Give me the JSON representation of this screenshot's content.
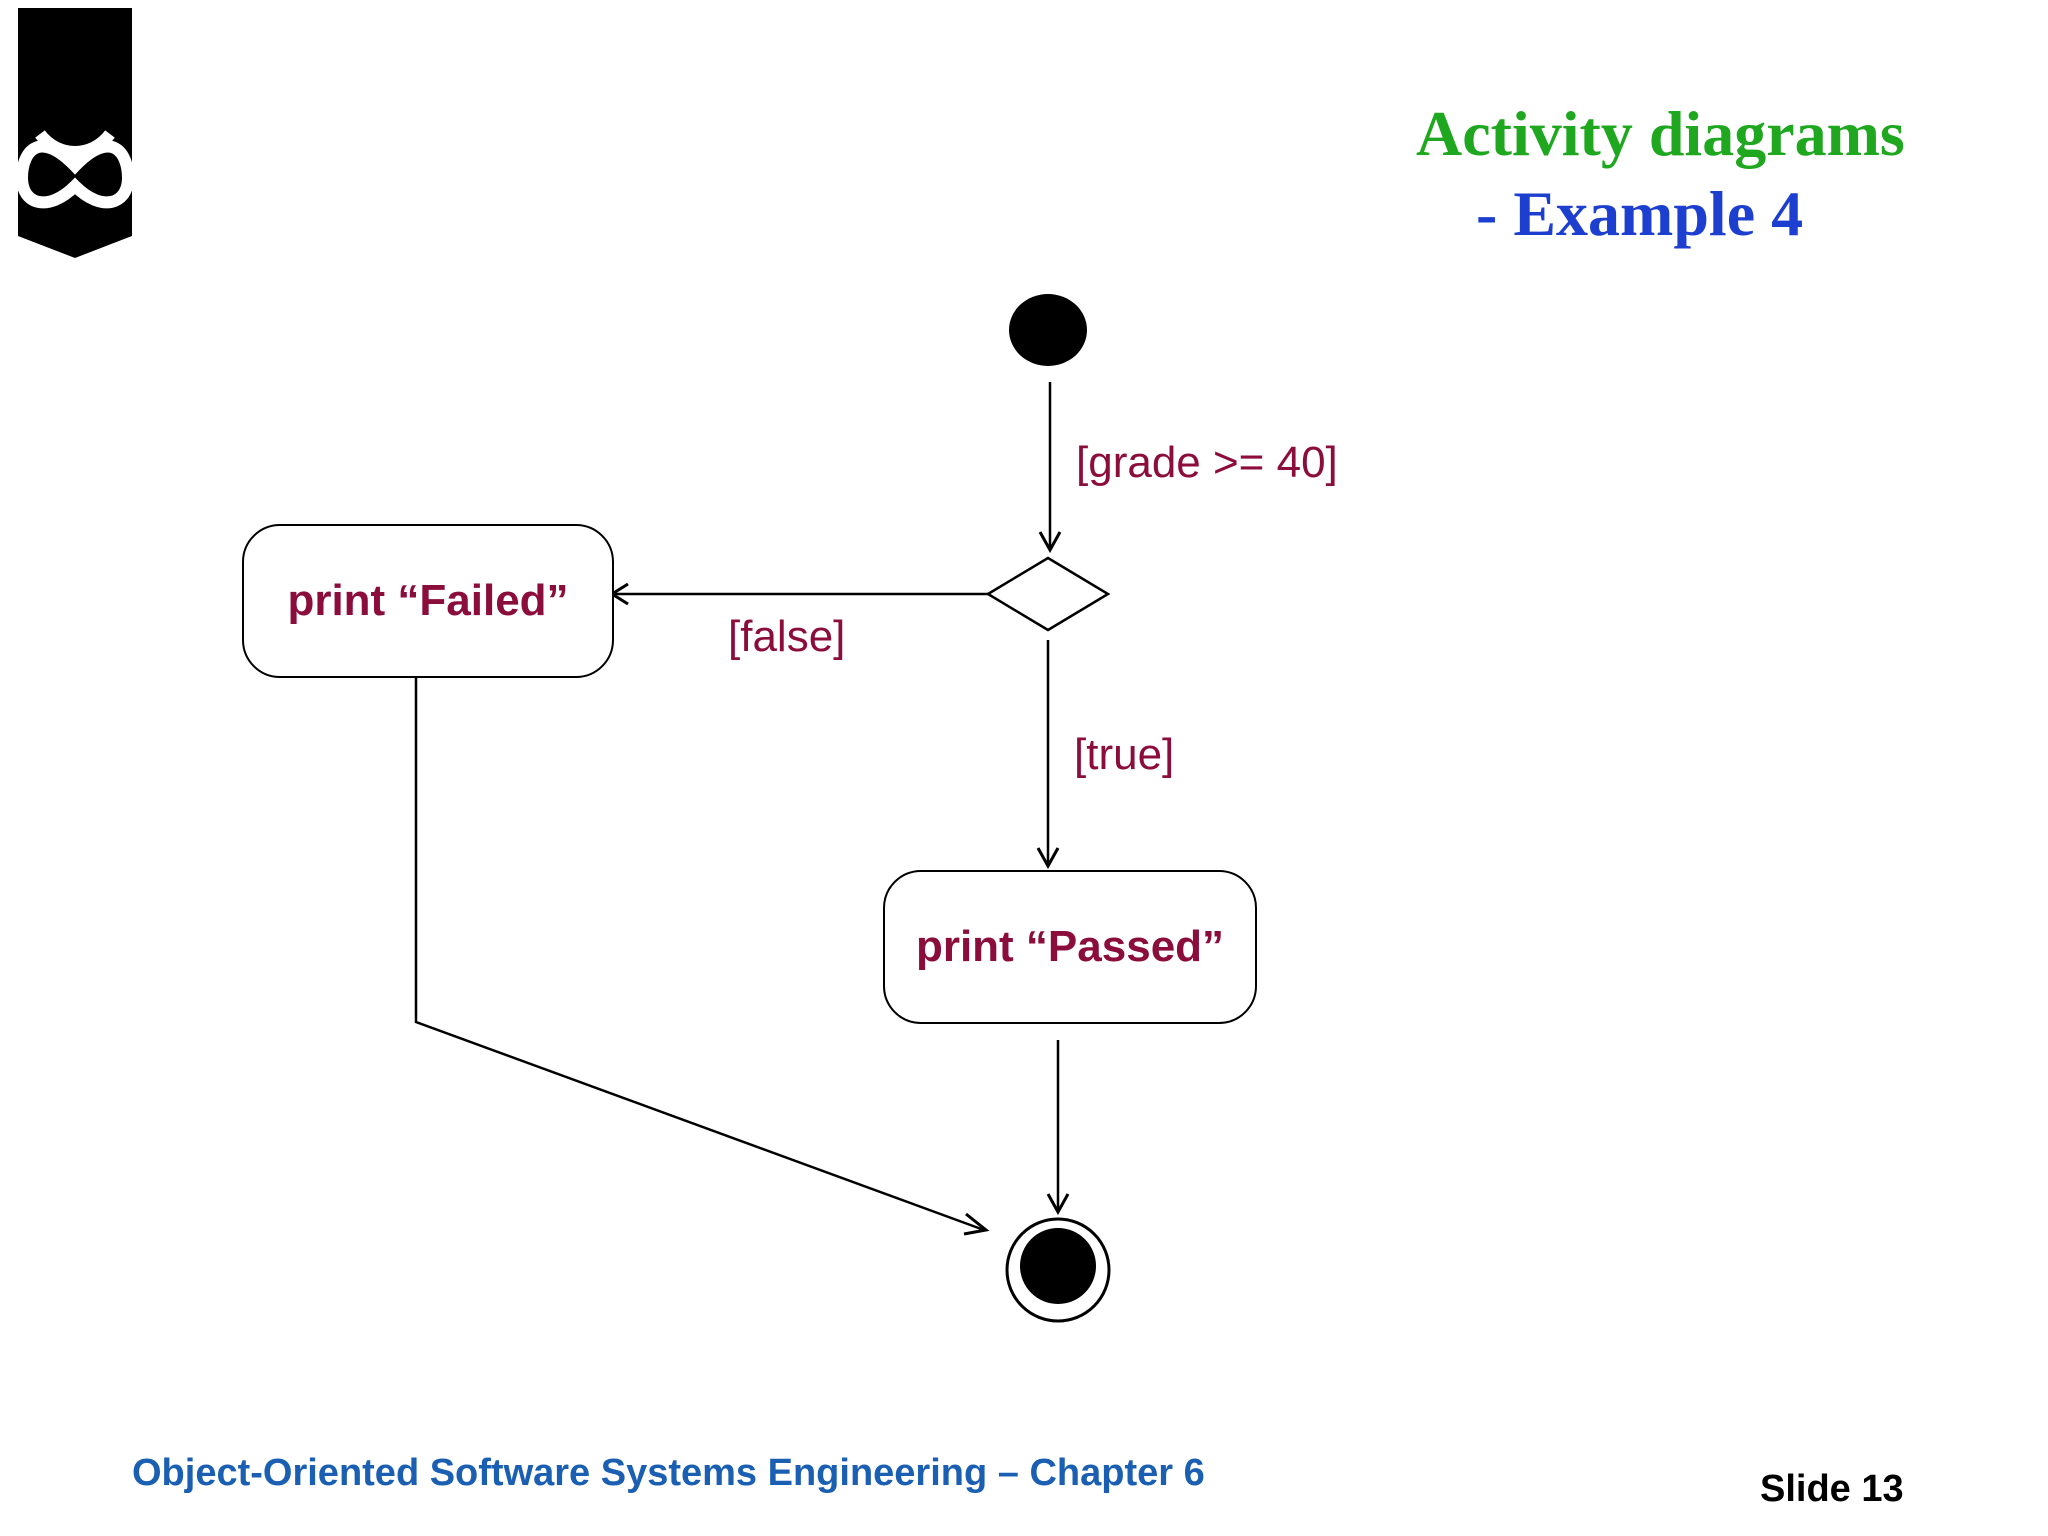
{
  "slide": {
    "title_line1": "Activity diagrams",
    "title_line2": "- Example 4",
    "footer": "Object-Oriented Software Systems Engineering – Chapter 6",
    "slide_number": "Slide 13"
  },
  "diagram": {
    "activities": {
      "failed": "print “Failed”",
      "passed": "print “Passed”"
    },
    "guards": {
      "grade": "[grade >= 40]",
      "false": "[false]",
      "true": "[true]"
    }
  },
  "colors": {
    "title_green": "#1fa81f",
    "title_blue": "#1c3fd0",
    "activity_text": "#8b0d3c",
    "footer_blue": "#1b5fb3"
  }
}
